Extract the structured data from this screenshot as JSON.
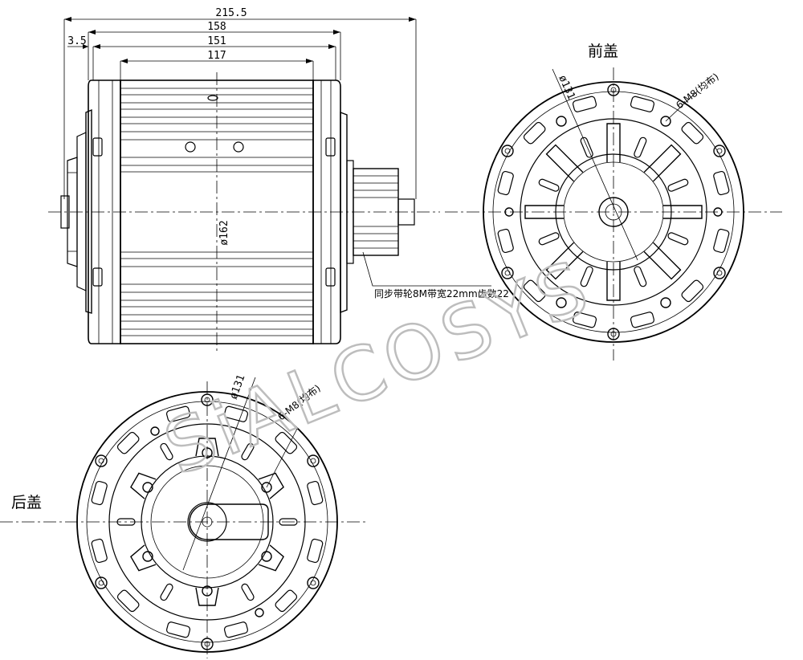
{
  "dimensions": {
    "overall_length": "215.5",
    "body_length": "158",
    "housing_length": "151",
    "fin_length": "117",
    "flange_offset": "3.5",
    "body_diameter": "ø162",
    "bolt_circle_front": "ø131",
    "bolt_circle_rear": "ø131"
  },
  "labels": {
    "front_cover": "前盖",
    "rear_cover": "后盖",
    "pulley_note": "同步带轮8M带宽22mm齿数22",
    "screw_front": "6-M8(均布)",
    "screw_rear": "6-M8(均布)"
  },
  "watermark": "SiALCOSYS"
}
